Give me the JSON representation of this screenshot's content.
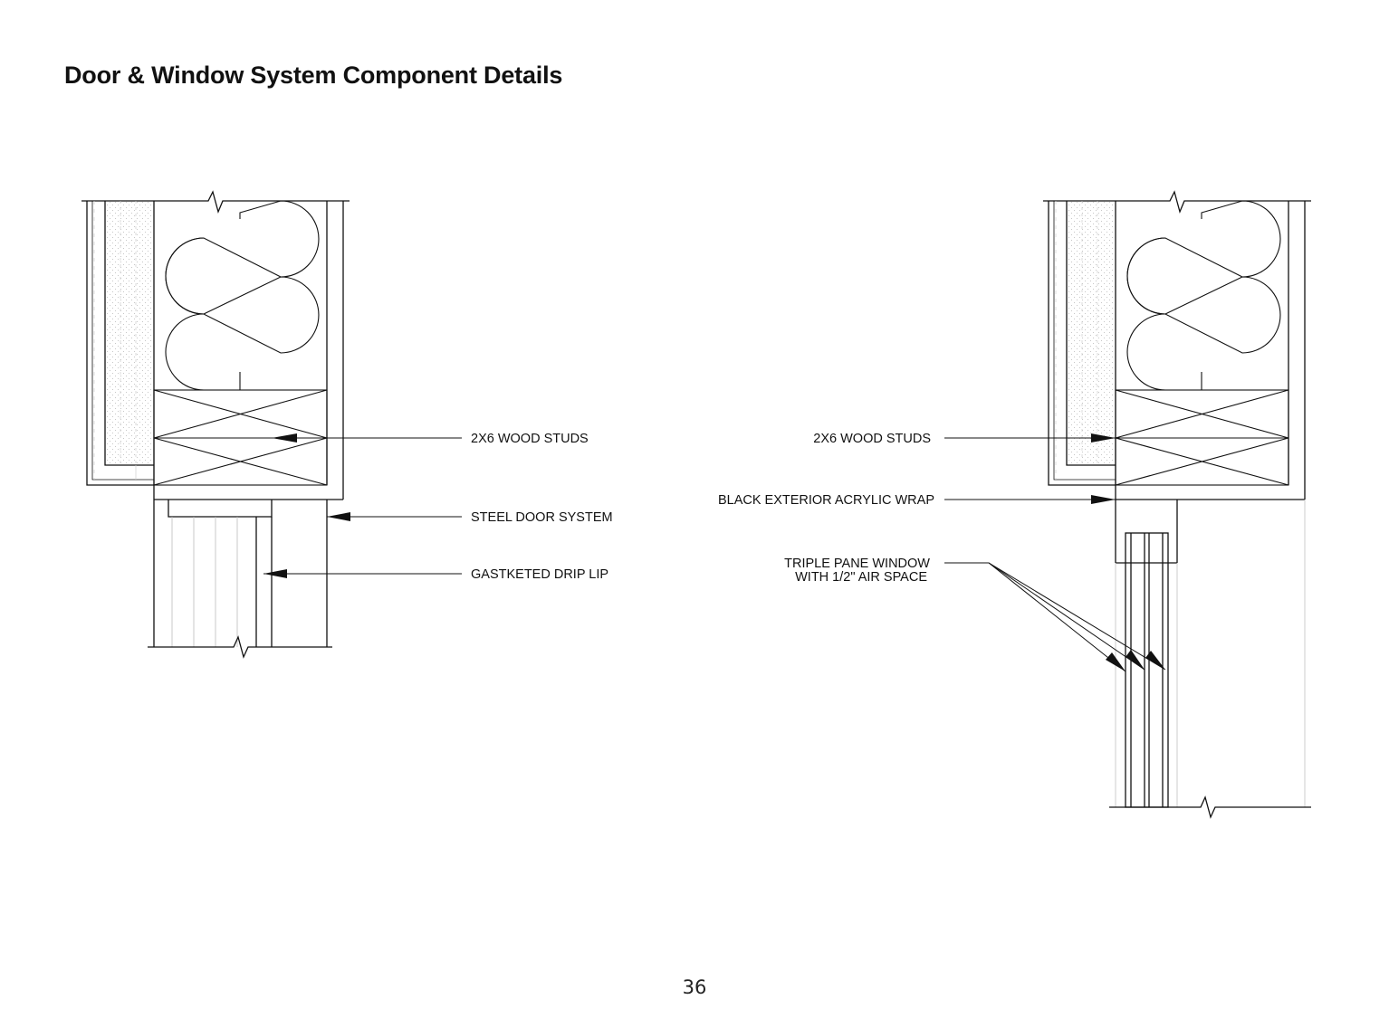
{
  "page": {
    "title": "Door & Window System Component Details",
    "page_number": "36"
  },
  "door_detail": {
    "labels": {
      "studs": "2X6 WOOD STUDS",
      "steel_door": "STEEL DOOR SYSTEM",
      "drip_lip": "GASTKETED DRIP LIP"
    }
  },
  "window_detail": {
    "labels": {
      "studs": "2X6 WOOD STUDS",
      "wrap": "BLACK EXTERIOR ACRYLIC WRAP",
      "window_line1": "TRIPLE PANE WINDOW",
      "window_line2": "WITH 1/2\" AIR SPACE"
    }
  },
  "colors": {
    "line": "#111111",
    "thin_line": "#b5b5b5",
    "background": "#ffffff"
  }
}
